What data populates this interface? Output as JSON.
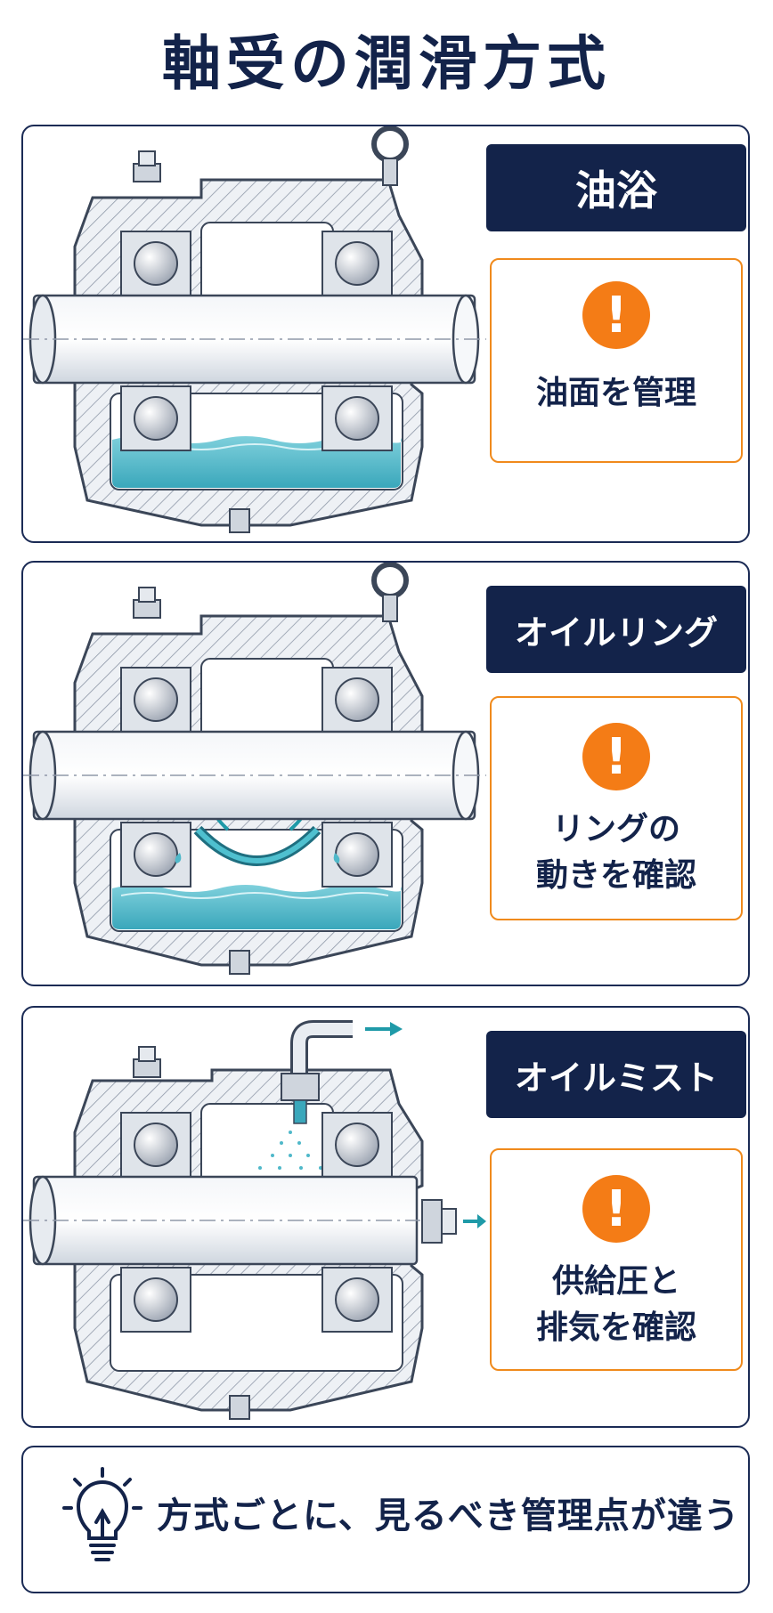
{
  "title": "軸受の潤滑方式",
  "methods": [
    {
      "label": "油浴",
      "icon": "exclamation-icon",
      "note": "油面を管理"
    },
    {
      "label": "オイルリング",
      "icon": "exclamation-icon",
      "note": "リングの\n動きを確認"
    },
    {
      "label": "オイルミスト",
      "icon": "exclamation-icon",
      "note": "供給圧と\n排気を確認"
    }
  ],
  "summary": {
    "icon": "lightbulb-icon",
    "text": "方式ごとに、見るべき管理点が違う"
  },
  "colors": {
    "navy": "#13234a",
    "orange": "#f47c16",
    "oil": "#4fb8c9",
    "teal": "#1f9aa8"
  }
}
